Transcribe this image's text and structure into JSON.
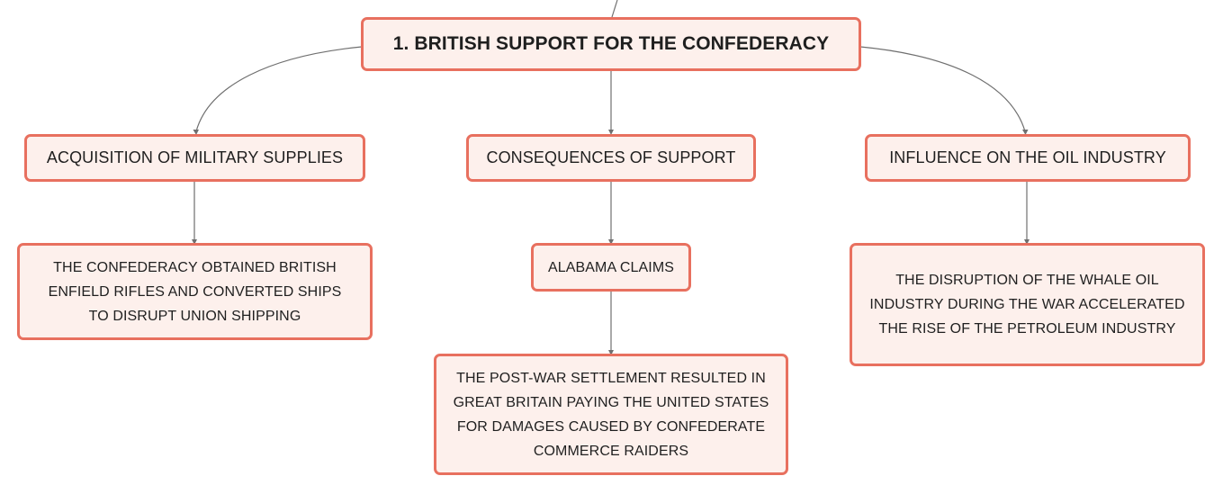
{
  "colors": {
    "node_border": "#e8705f",
    "node_fill": "#fdf0ec",
    "connector": "#6f6f6f",
    "text": "#1f1f1f"
  },
  "root": {
    "label": "1. BRITISH SUPPORT FOR THE CONFEDERACY"
  },
  "branches": [
    {
      "label": "ACQUISITION OF MILITARY SUPPLIES",
      "children": [
        {
          "label": "THE CONFEDERACY OBTAINED BRITISH ENFIELD RIFLES AND CONVERTED SHIPS TO DISRUPT UNION SHIPPING"
        }
      ]
    },
    {
      "label": "CONSEQUENCES OF SUPPORT",
      "children": [
        {
          "label": "ALABAMA CLAIMS",
          "children": [
            {
              "label": "THE POST-WAR SETTLEMENT RESULTED IN GREAT BRITAIN PAYING THE UNITED STATES FOR DAMAGES CAUSED BY CONFEDERATE COMMERCE RAIDERS"
            }
          ]
        }
      ]
    },
    {
      "label": "INFLUENCE ON THE OIL INDUSTRY",
      "children": [
        {
          "label": "THE DISRUPTION OF THE WHALE OIL INDUSTRY DURING THE WAR ACCELERATED THE RISE OF THE PETROLEUM INDUSTRY"
        }
      ]
    }
  ]
}
